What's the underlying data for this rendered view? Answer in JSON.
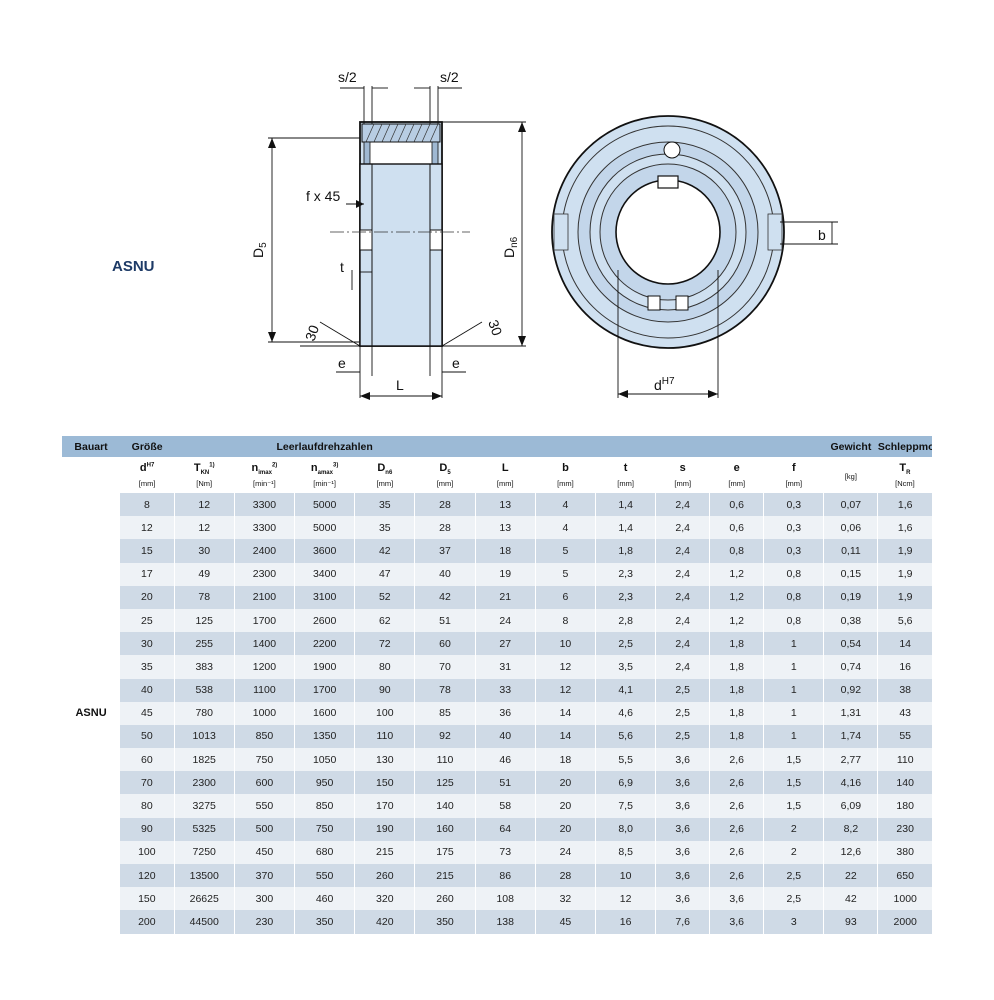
{
  "series": "ASNU",
  "drawing_labels": {
    "s_half_left": "s/2",
    "s_half_right": "s/2",
    "chamfer": "f x 45",
    "d5": "D",
    "d5_sub": "5",
    "dn6": "D",
    "dn6_sub": "n6",
    "t": "t",
    "angle_left": "30",
    "angle_right": "30",
    "e_left": "e",
    "e_right": "e",
    "length": "L",
    "b": "b",
    "dh7": "d",
    "dh7_sup": "H7"
  },
  "table": {
    "group_headers": {
      "bauart": "Bauart",
      "groesse": "Größe",
      "leerlauf": "Leerlaufdrehzahlen",
      "gewicht": "Gewicht",
      "schleppmoment": "Schleppmoment"
    },
    "columns": [
      {
        "sym": "d",
        "sup": "H7",
        "sub": "",
        "unit": "[mm]"
      },
      {
        "sym": "T",
        "sup": "1)",
        "sub": "KN",
        "unit": "[Nm]"
      },
      {
        "sym": "n",
        "sup": "2)",
        "sub": "imax",
        "unit": "[min⁻¹]"
      },
      {
        "sym": "n",
        "sup": "3)",
        "sub": "amax",
        "unit": "[min⁻¹]"
      },
      {
        "sym": "D",
        "sup": "",
        "sub": "n6",
        "unit": "[mm]"
      },
      {
        "sym": "D",
        "sup": "",
        "sub": "5",
        "unit": "[mm]"
      },
      {
        "sym": "L",
        "sup": "",
        "sub": "",
        "unit": "[mm]"
      },
      {
        "sym": "b",
        "sup": "",
        "sub": "",
        "unit": "[mm]"
      },
      {
        "sym": "t",
        "sup": "",
        "sub": "",
        "unit": "[mm]"
      },
      {
        "sym": "s",
        "sup": "",
        "sub": "",
        "unit": "[mm]"
      },
      {
        "sym": "e",
        "sup": "",
        "sub": "",
        "unit": "[mm]"
      },
      {
        "sym": "f",
        "sup": "",
        "sub": "",
        "unit": "[mm]"
      },
      {
        "sym": "",
        "sup": "",
        "sub": "",
        "unit": "[kg]"
      },
      {
        "sym": "T",
        "sup": "",
        "sub": "R",
        "unit": "[Ncm]"
      }
    ],
    "rows": [
      [
        "8",
        "12",
        "3300",
        "5000",
        "35",
        "28",
        "13",
        "4",
        "1,4",
        "2,4",
        "0,6",
        "0,3",
        "0,07",
        "1,6"
      ],
      [
        "12",
        "12",
        "3300",
        "5000",
        "35",
        "28",
        "13",
        "4",
        "1,4",
        "2,4",
        "0,6",
        "0,3",
        "0,06",
        "1,6"
      ],
      [
        "15",
        "30",
        "2400",
        "3600",
        "42",
        "37",
        "18",
        "5",
        "1,8",
        "2,4",
        "0,8",
        "0,3",
        "0,11",
        "1,9"
      ],
      [
        "17",
        "49",
        "2300",
        "3400",
        "47",
        "40",
        "19",
        "5",
        "2,3",
        "2,4",
        "1,2",
        "0,8",
        "0,15",
        "1,9"
      ],
      [
        "20",
        "78",
        "2100",
        "3100",
        "52",
        "42",
        "21",
        "6",
        "2,3",
        "2,4",
        "1,2",
        "0,8",
        "0,19",
        "1,9"
      ],
      [
        "25",
        "125",
        "1700",
        "2600",
        "62",
        "51",
        "24",
        "8",
        "2,8",
        "2,4",
        "1,2",
        "0,8",
        "0,38",
        "5,6"
      ],
      [
        "30",
        "255",
        "1400",
        "2200",
        "72",
        "60",
        "27",
        "10",
        "2,5",
        "2,4",
        "1,8",
        "1",
        "0,54",
        "14"
      ],
      [
        "35",
        "383",
        "1200",
        "1900",
        "80",
        "70",
        "31",
        "12",
        "3,5",
        "2,4",
        "1,8",
        "1",
        "0,74",
        "16"
      ],
      [
        "40",
        "538",
        "1100",
        "1700",
        "90",
        "78",
        "33",
        "12",
        "4,1",
        "2,5",
        "1,8",
        "1",
        "0,92",
        "38"
      ],
      [
        "45",
        "780",
        "1000",
        "1600",
        "100",
        "85",
        "36",
        "14",
        "4,6",
        "2,5",
        "1,8",
        "1",
        "1,31",
        "43"
      ],
      [
        "50",
        "1013",
        "850",
        "1350",
        "110",
        "92",
        "40",
        "14",
        "5,6",
        "2,5",
        "1,8",
        "1",
        "1,74",
        "55"
      ],
      [
        "60",
        "1825",
        "750",
        "1050",
        "130",
        "110",
        "46",
        "18",
        "5,5",
        "3,6",
        "2,6",
        "1,5",
        "2,77",
        "110"
      ],
      [
        "70",
        "2300",
        "600",
        "950",
        "150",
        "125",
        "51",
        "20",
        "6,9",
        "3,6",
        "2,6",
        "1,5",
        "4,16",
        "140"
      ],
      [
        "80",
        "3275",
        "550",
        "850",
        "170",
        "140",
        "58",
        "20",
        "7,5",
        "3,6",
        "2,6",
        "1,5",
        "6,09",
        "180"
      ],
      [
        "90",
        "5325",
        "500",
        "750",
        "190",
        "160",
        "64",
        "20",
        "8,0",
        "3,6",
        "2,6",
        "2",
        "8,2",
        "230"
      ],
      [
        "100",
        "7250",
        "450",
        "680",
        "215",
        "175",
        "73",
        "24",
        "8,5",
        "3,6",
        "2,6",
        "2",
        "12,6",
        "380"
      ],
      [
        "120",
        "13500",
        "370",
        "550",
        "260",
        "215",
        "86",
        "28",
        "10",
        "3,6",
        "2,6",
        "2,5",
        "22",
        "650"
      ],
      [
        "150",
        "26625",
        "300",
        "460",
        "320",
        "260",
        "108",
        "32",
        "12",
        "3,6",
        "3,6",
        "2,5",
        "42",
        "1000"
      ],
      [
        "200",
        "44500",
        "230",
        "350",
        "420",
        "350",
        "138",
        "45",
        "16",
        "7,6",
        "3,6",
        "3",
        "93",
        "2000"
      ]
    ]
  }
}
